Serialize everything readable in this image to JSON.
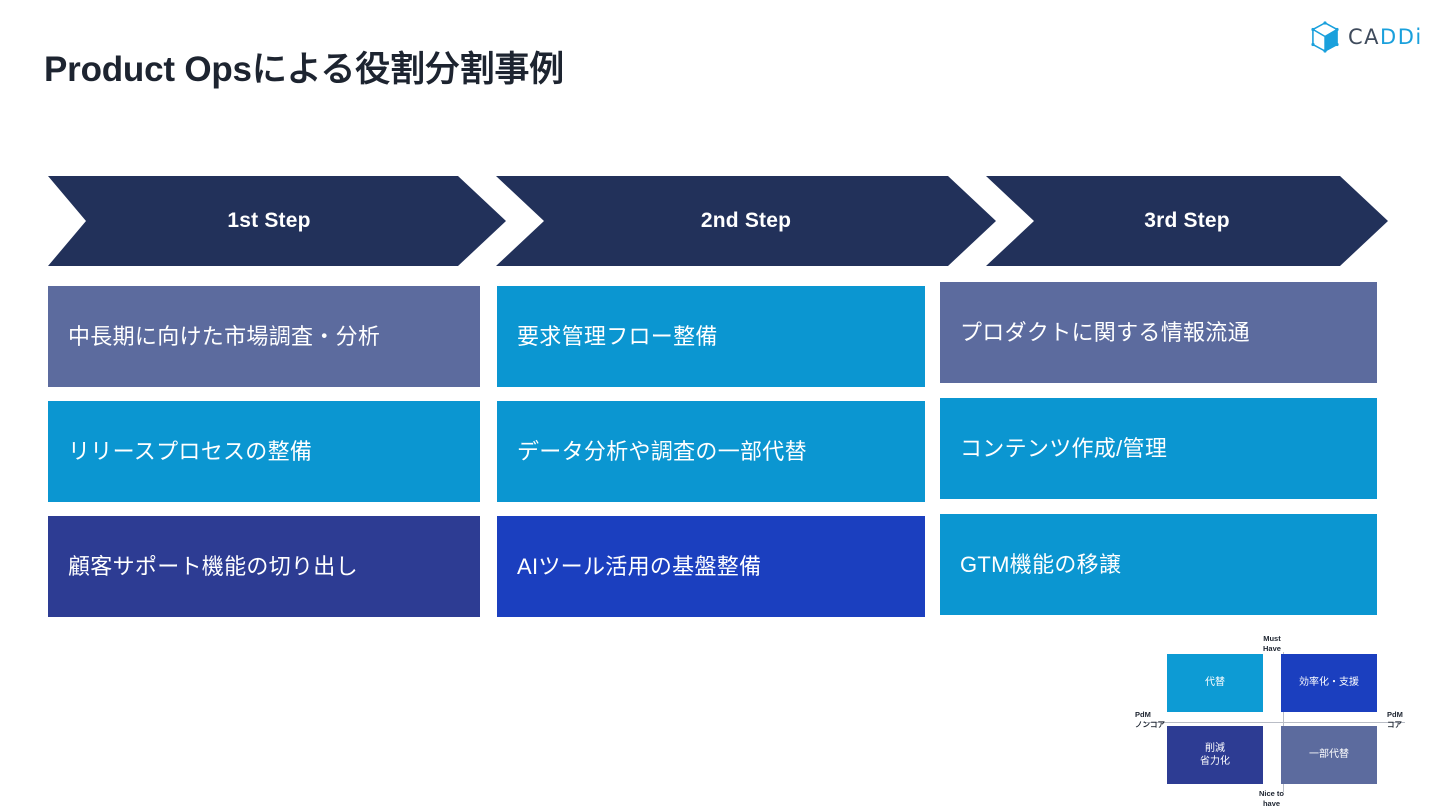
{
  "brand": {
    "wordmark_left": "CA",
    "wordmark_right": "DDi",
    "icon": "cube-icon",
    "color": "#1aa0dc"
  },
  "title": "Product Opsによる役割分割事例",
  "steps": [
    {
      "label": "1st Step"
    },
    {
      "label": "2nd Step"
    },
    {
      "label": "3rd Step"
    }
  ],
  "columns": [
    {
      "step": "1st Step",
      "cards": [
        {
          "text": "中長期に向けた市場調査・分析",
          "color": "#5c6b9e"
        },
        {
          "text": "リリースプロセスの整備",
          "color": "#0b96d1"
        },
        {
          "text": "顧客サポート機能の切り出し",
          "color": "#2d3c93"
        }
      ]
    },
    {
      "step": "2nd Step",
      "cards": [
        {
          "text": "要求管理フロー整備",
          "color": "#0b96d1"
        },
        {
          "text": "データ分析や調査の一部代替",
          "color": "#0b96d1"
        },
        {
          "text": "AIツール活用の基盤整備",
          "color": "#1b3fbf"
        }
      ]
    },
    {
      "step": "3rd Step",
      "cards": [
        {
          "text": "プロダクトに関する情報流通",
          "color": "#5c6b9e"
        },
        {
          "text": "コンテンツ作成/管理",
          "color": "#0b96d1"
        },
        {
          "text": "GTM機能の移譲",
          "color": "#0b96d1"
        }
      ]
    }
  ],
  "matrix": {
    "axis_top": "Must\nHave",
    "axis_bottom": "Nice to\nhave",
    "axis_left": "PdM\nノンコア",
    "axis_right": "PdM\nコア",
    "quadrants": {
      "top_left": {
        "label": "代替",
        "color": "#0d9bd4"
      },
      "top_right": {
        "label": "効率化・支援",
        "color": "#1b3fbf"
      },
      "bottom_left": {
        "label": "削減\n省力化",
        "color": "#2d3c93"
      },
      "bottom_right": {
        "label": "一部代替",
        "color": "#5c6b9e"
      }
    }
  }
}
